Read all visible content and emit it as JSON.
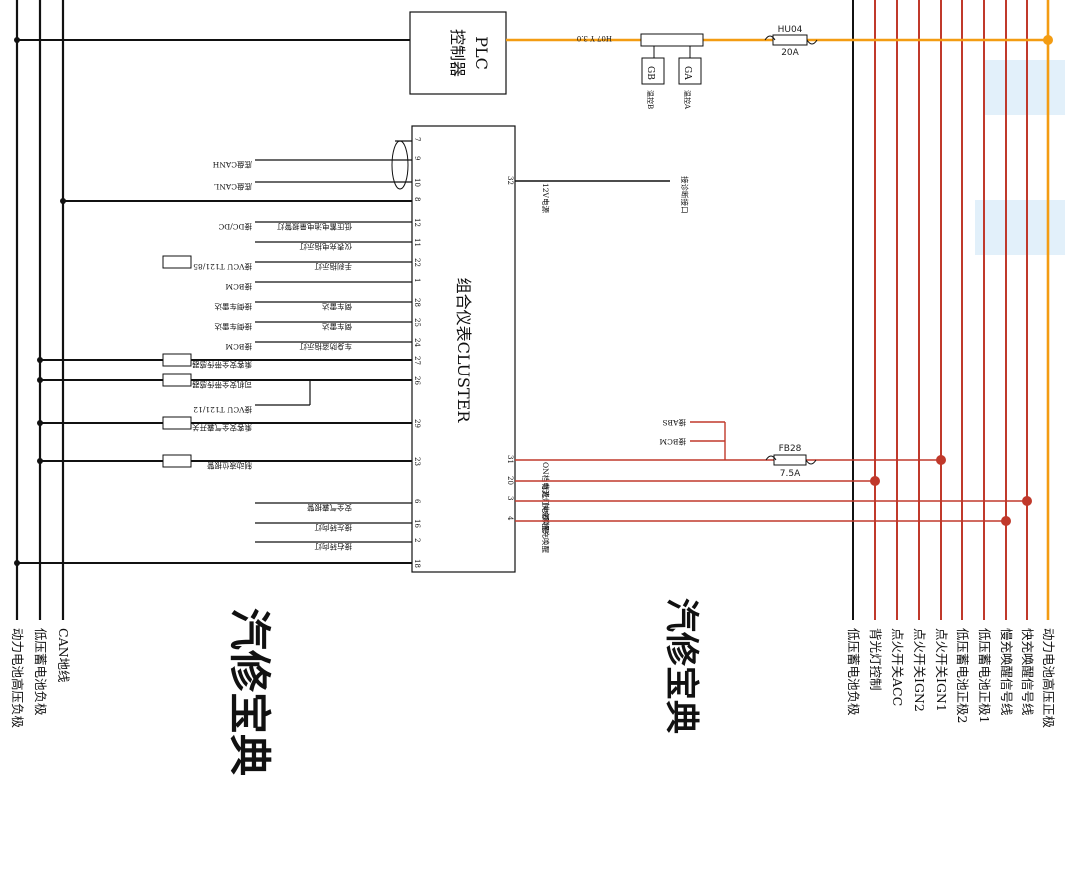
{
  "plc": {
    "title": "PLC",
    "subtitle": "控制器",
    "wire_code": "H07 Y 3.0"
  },
  "fuse_hu04": {
    "name": "HU04",
    "rating": "20A"
  },
  "fuse_fb28": {
    "name": "FB28",
    "rating": "7.5A"
  },
  "relays": [
    {
      "label": "GB",
      "caption": "温控B"
    },
    {
      "label": "GA",
      "caption": "温控A"
    }
  ],
  "cluster": {
    "title": "组合仪表CLUSTER",
    "left_pins": [
      {
        "pin": "7",
        "inner": "",
        "outer": ""
      },
      {
        "pin": "9",
        "inner": "",
        "outer": "底盘CANH"
      },
      {
        "pin": "10",
        "inner": "",
        "outer": "底盘CANL"
      },
      {
        "pin": "8",
        "inner": "",
        "outer": ""
      },
      {
        "pin": "12",
        "inner": "低压蓄电池电量报警灯",
        "outer": "接DC/DC"
      },
      {
        "pin": "11",
        "inner": "仪表充电指示灯",
        "outer": ""
      },
      {
        "pin": "22",
        "inner": "手刹指示灯",
        "outer": "接VCU T121/85"
      },
      {
        "pin": "1",
        "inner": "",
        "outer": "接BCM"
      },
      {
        "pin": "28",
        "inner": "倒车雷达",
        "outer": "接倒车雷达"
      },
      {
        "pin": "25",
        "inner": "倒车雷达",
        "outer": "接倒车雷达"
      },
      {
        "pin": "24",
        "inner": "车身防盗指示灯",
        "outer": "接BCM"
      },
      {
        "pin": "27",
        "inner": "",
        "outer": "乘客安全带传感器"
      },
      {
        "pin": "26",
        "inner": "",
        "outer": "司机安全带传感器"
      },
      {
        "pin": "",
        "inner": "",
        "outer": "接VCU T121/12"
      },
      {
        "pin": "29",
        "inner": "",
        "outer": "乘客安全气囊开关"
      },
      {
        "pin": "23",
        "inner": "",
        "outer": "制动液位报警"
      },
      {
        "pin": "6",
        "inner": "安全气囊报警",
        "outer": ""
      },
      {
        "pin": "16",
        "inner": "接左转向灯",
        "outer": ""
      },
      {
        "pin": "2",
        "inner": "接右转向灯",
        "outer": ""
      },
      {
        "pin": "18",
        "inner": "",
        "outer": ""
      }
    ],
    "right_pins": [
      {
        "pin": "32",
        "inner": "12V电源",
        "outer": "接诊断接口"
      },
      {
        "pin": "31",
        "inner": "ON档电源",
        "outer": ""
      },
      {
        "pin": "20",
        "inner": "背光灯电源",
        "outer": ""
      },
      {
        "pin": "3",
        "inner": "快充唤醒",
        "outer": ""
      },
      {
        "pin": "4",
        "inner": "慢充唤醒",
        "outer": ""
      }
    ],
    "abs_label": "接ABS",
    "bcm_label": "接BCM"
  },
  "left_buses": [
    {
      "label": "动力电池高压负极",
      "color": "#111111"
    },
    {
      "label": "低压蓄电池负极",
      "color": "#111111"
    },
    {
      "label": "CAN地线",
      "color": "#111111"
    }
  ],
  "right_buses": [
    {
      "label": "低压蓄电池负极",
      "color": "#111111"
    },
    {
      "label": "背光灯控制",
      "color": "#c0392b"
    },
    {
      "label": "点火开关ACC",
      "color": "#c0392b"
    },
    {
      "label": "点火开关IGN2",
      "color": "#c0392b"
    },
    {
      "label": "点火开关IGN1",
      "color": "#c0392b"
    },
    {
      "label": "低压蓄电池正极2",
      "color": "#c0392b"
    },
    {
      "label": "低压蓄电池正极1",
      "color": "#c0392b"
    },
    {
      "label": "慢充唤醒信号线",
      "color": "#c0392b"
    },
    {
      "label": "快充唤醒信号线",
      "color": "#c0392b"
    },
    {
      "label": "动力电池高压正极",
      "color": "#f39c12"
    }
  ],
  "watermark_left": "汽修宝典",
  "watermark_right": "汽修宝典"
}
